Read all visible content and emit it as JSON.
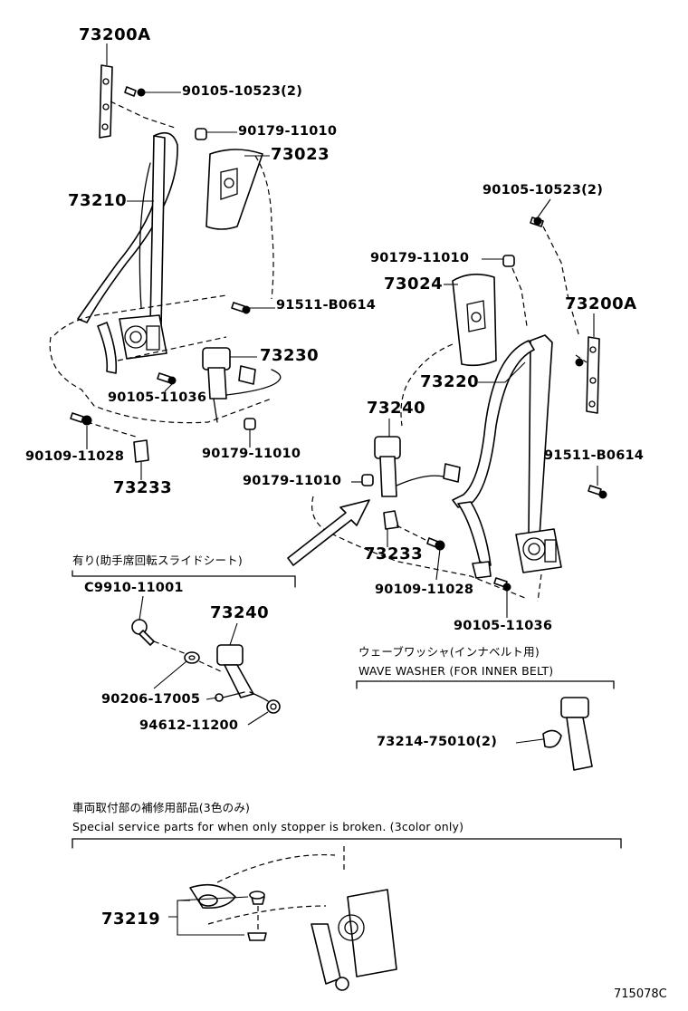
{
  "figure_number": "715078C",
  "callouts": {
    "c73200A_top": "73200A",
    "c90105_10523_left": "90105-10523(2)",
    "c90179_11010_a": "90179-11010",
    "c73023": "73023",
    "c73210": "73210",
    "c91511_b0614_left": "91511-B0614",
    "c73230": "73230",
    "c90105_11036_left": "90105-11036",
    "c90109_11028_left": "90109-11028",
    "c90179_11010_b": "90179-11010",
    "c73233_left": "73233",
    "c90105_10523_right": "90105-10523(2)",
    "c90179_11010_c": "90179-11010",
    "c73024": "73024",
    "c73200A_right": "73200A",
    "c73220": "73220",
    "c73240_main": "73240",
    "c91511_b0614_right": "91511-B0614",
    "c90179_11010_d": "90179-11010",
    "c73233_right": "73233",
    "c90109_11028_right": "90109-11028",
    "c90105_11036_right": "90105-11036",
    "c_c9910_11001": "C9910-11001",
    "c73240_sub": "73240",
    "c90206_17005": "90206-17005",
    "c94612_11200": "94612-11200",
    "c73214_75010": "73214-75010(2)",
    "c73219": "73219"
  },
  "notes": {
    "swivel_seat_jp": "有り(助手席回転スライドシート)",
    "wave_washer_jp": "ウェーブワッシャ(インナベルト用)",
    "wave_washer_en": "WAVE WASHER (FOR INNER BELT)",
    "special_parts_jp": "車両取付部の補修用部品(3色のみ)",
    "special_parts_en": "Special service parts for when only stopper is broken. (3color only)"
  }
}
